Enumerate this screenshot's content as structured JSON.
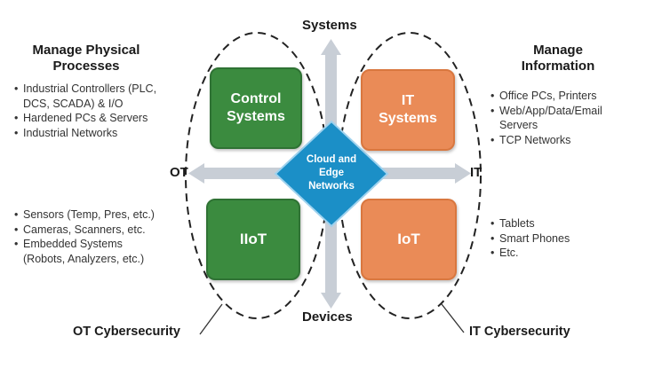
{
  "axes": {
    "top": "Systems",
    "bottom": "Devices",
    "left": "OT",
    "right": "IT"
  },
  "center": {
    "lines": [
      "Cloud and",
      "Edge",
      "Networks"
    ]
  },
  "quadrants": {
    "top_left": {
      "lines": [
        "Control",
        "Systems"
      ]
    },
    "top_right": {
      "lines": [
        "IT",
        "Systems"
      ]
    },
    "bottom_left": {
      "lines": [
        "IIoT"
      ]
    },
    "bottom_right": {
      "lines": [
        "IoT"
      ]
    }
  },
  "left_panel": {
    "heading": [
      "Manage Physical",
      "Processes"
    ],
    "top_bullets": [
      "Industrial Controllers (PLC,",
      "DCS, SCADA) & I/O",
      "Hardened PCs & Servers",
      "Industrial Networks"
    ],
    "bottom_bullets": [
      "Sensors (Temp, Pres, etc.)",
      "Cameras, Scanners, etc.",
      "Embedded Systems",
      "(Robots, Analyzers, etc.)"
    ]
  },
  "right_panel": {
    "heading": [
      "Manage",
      "Information"
    ],
    "top_bullets": [
      "Office PCs, Printers",
      "Web/App/Data/Email",
      "Servers",
      "TCP Networks"
    ],
    "bottom_bullets": [
      "Tablets",
      "Smart Phones",
      "Etc."
    ]
  },
  "callouts": {
    "left": "OT Cybersecurity",
    "right": "IT Cybersecurity"
  },
  "colors": {
    "ot_green": "#3b8b3f",
    "it_orange": "#ea8b57",
    "center_blue": "#1b8fc7",
    "axis_gray": "#c8ced6"
  }
}
